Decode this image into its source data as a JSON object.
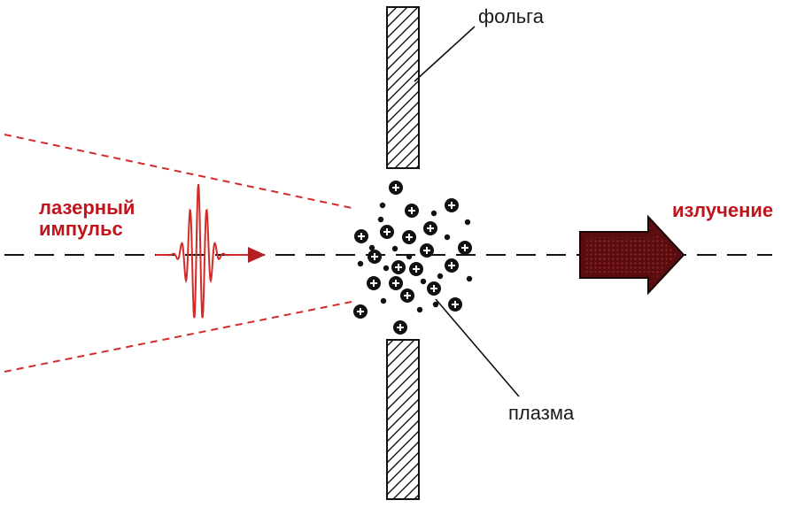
{
  "labels": {
    "foil": "фольга",
    "laser_line1": "лазерный",
    "laser_line2": "импульс",
    "radiation": "излучение",
    "plasma": "плазма"
  },
  "colors": {
    "laser_red": "#d42a2a",
    "label_red": "#c0141c",
    "arrow_fill": "#5a0d10",
    "ink": "#111111"
  }
}
